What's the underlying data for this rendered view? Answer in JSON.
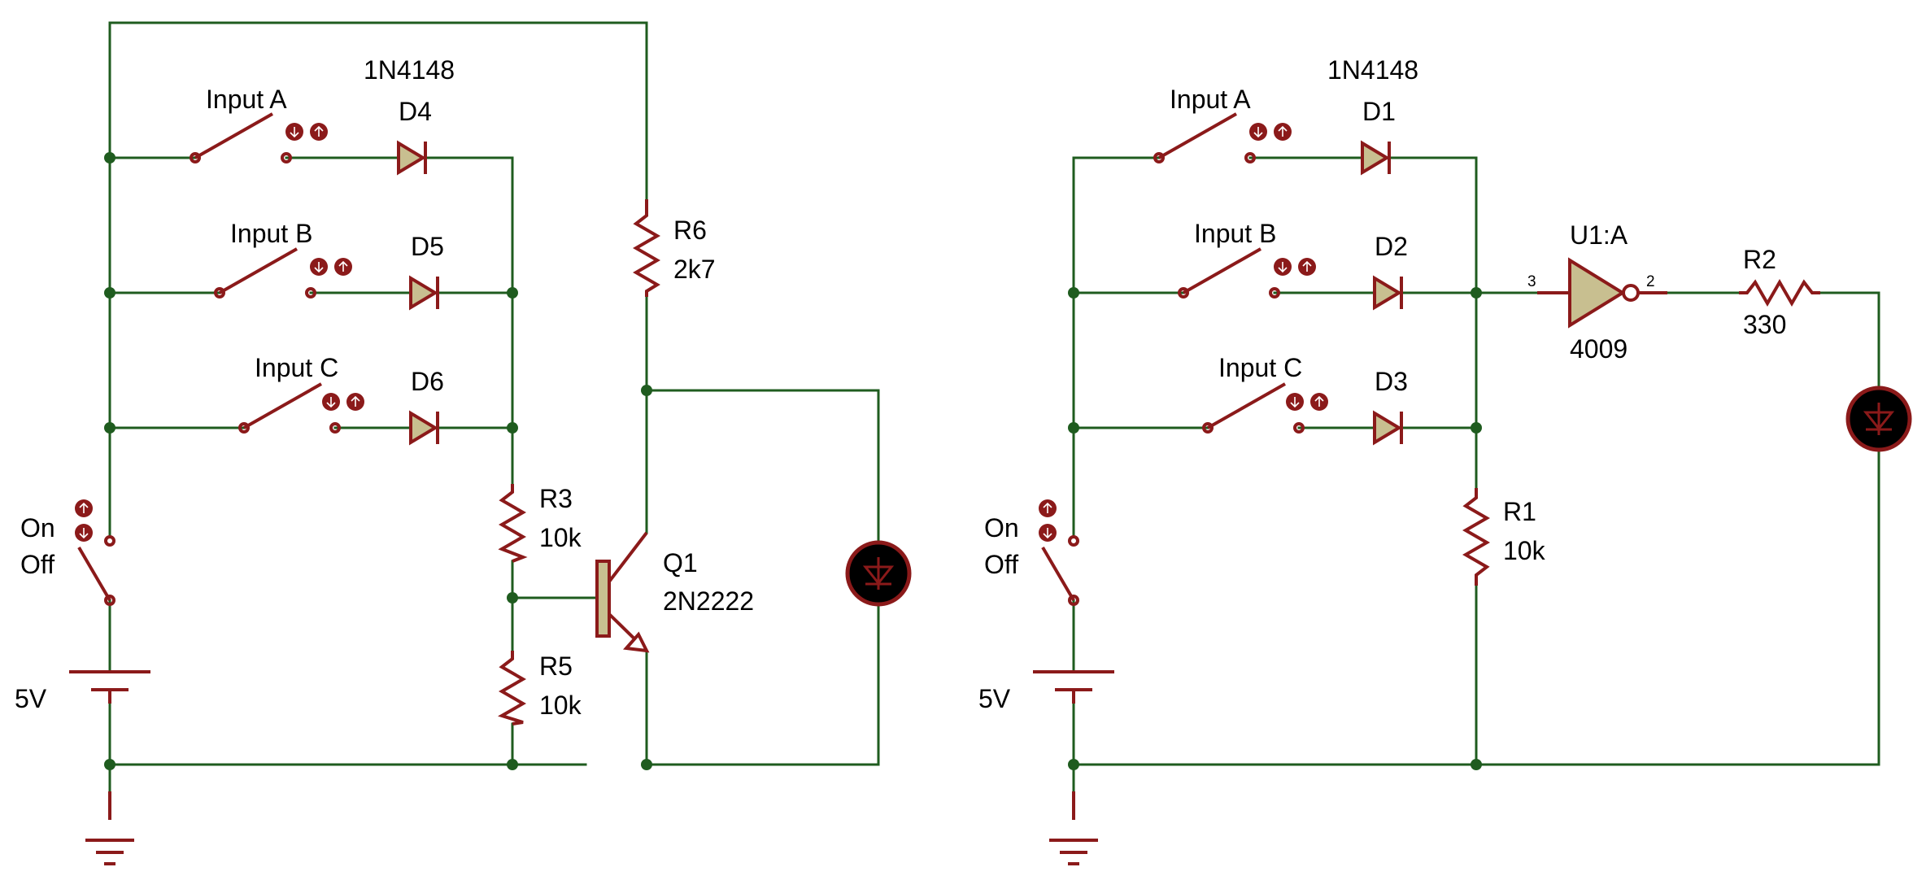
{
  "left_circuit": {
    "switch_a_label": "Input A",
    "switch_b_label": "Input B",
    "switch_c_label": "Input C",
    "diode_part": "1N4148",
    "d_a": "D4",
    "d_b": "D5",
    "d_c": "D6",
    "r_top_name": "R6",
    "r_top_value": "2k7",
    "r_mid_name": "R3",
    "r_mid_value": "10k",
    "r_bot_name": "R5",
    "r_bot_value": "10k",
    "transistor_name": "Q1",
    "transistor_part": "2N2222",
    "power_on": "On",
    "power_off": "Off",
    "battery": "5V"
  },
  "right_circuit": {
    "switch_a_label": "Input A",
    "switch_b_label": "Input B",
    "switch_c_label": "Input C",
    "diode_part": "1N4148",
    "d_a": "D1",
    "d_b": "D2",
    "d_c": "D3",
    "r_pulldown_name": "R1",
    "r_pulldown_value": "10k",
    "gate_name": "U1:A",
    "gate_part": "4009",
    "gate_pin_in": "3",
    "gate_pin_out": "2",
    "r_out_name": "R2",
    "r_out_value": "330",
    "power_on": "On",
    "power_off": "Off",
    "battery": "5V"
  },
  "colors": {
    "wire": "#1f5c1f",
    "component": "#8b1a1a",
    "diode_fill": "#c8bf90",
    "led_body": "#000000"
  }
}
